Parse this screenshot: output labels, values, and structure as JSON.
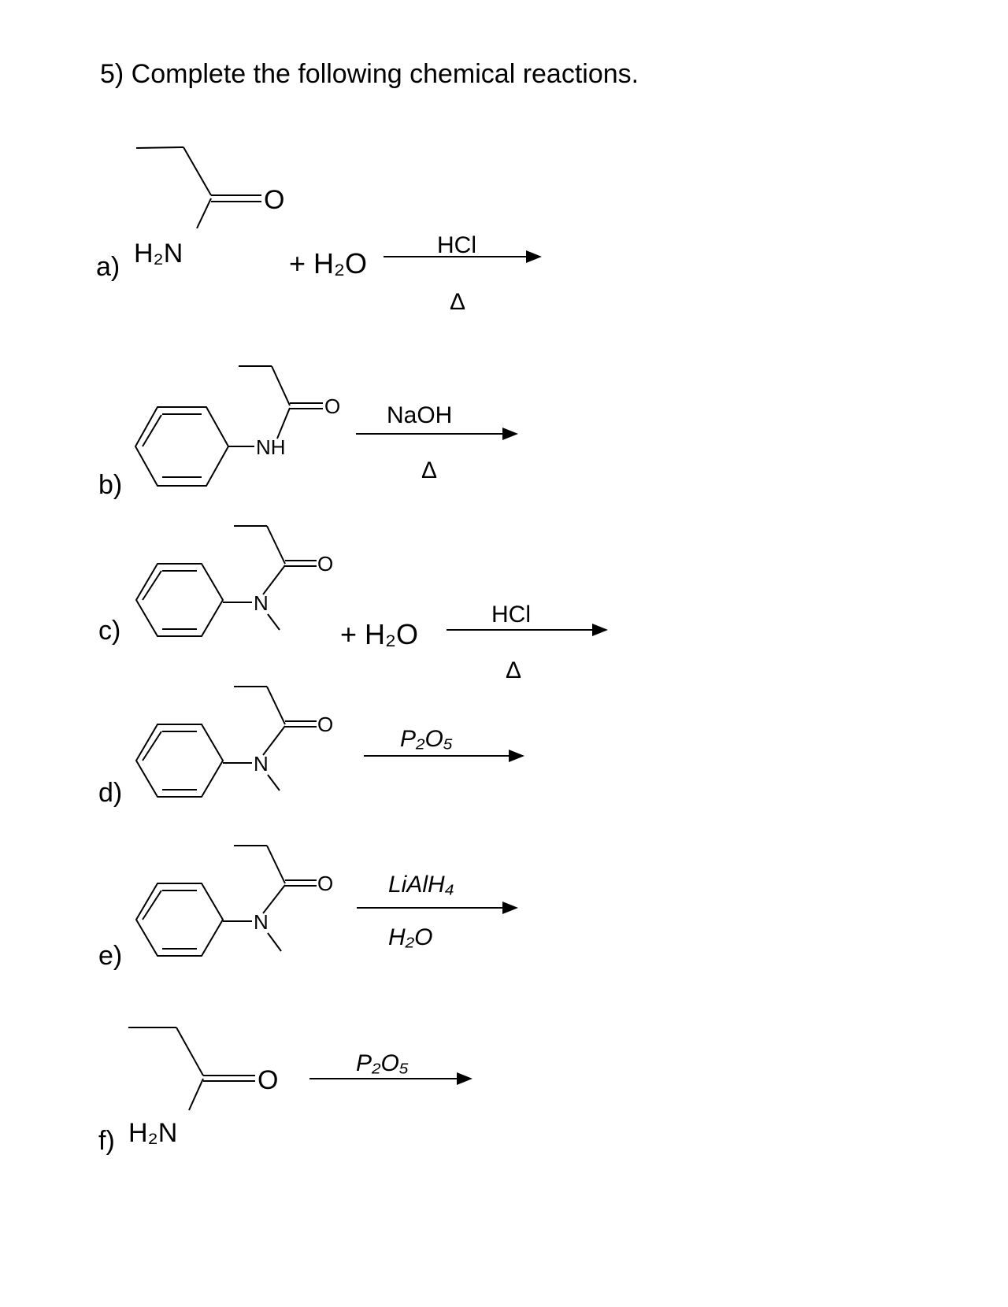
{
  "question": {
    "title": "5) Complete the following chemical reactions."
  },
  "reactions": [
    {
      "label": "a)",
      "atoms": {
        "amine": "H₂N",
        "oxygen": "O"
      },
      "coreactant": "+ H₂O",
      "reagent_above": "HCl",
      "reagent_below": "Δ"
    },
    {
      "label": "b)",
      "atoms": {
        "amine": "NH",
        "oxygen": "O"
      },
      "reagent_above": "NaOH",
      "reagent_below": "Δ"
    },
    {
      "label": "c)",
      "atoms": {
        "amine": "N",
        "oxygen": "O"
      },
      "coreactant": "+ H₂O",
      "reagent_above": "HCl",
      "reagent_below": "Δ"
    },
    {
      "label": "d)",
      "atoms": {
        "amine": "N",
        "oxygen": "O"
      },
      "reagent_above": "P₂O₅"
    },
    {
      "label": "e)",
      "atoms": {
        "amine": "N",
        "oxygen": "O"
      },
      "reagent_above": "LiAlH₄",
      "reagent_below": "H₂O"
    },
    {
      "label": "f)",
      "atoms": {
        "amine": "H₂N",
        "oxygen": "O"
      },
      "reagent_above": "P₂O₅"
    }
  ]
}
